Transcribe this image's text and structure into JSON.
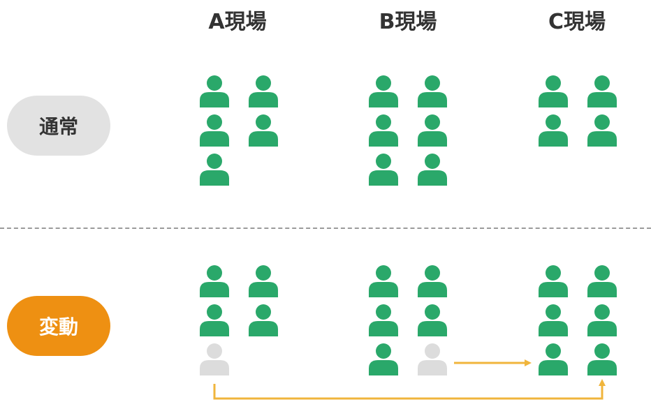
{
  "columns": [
    {
      "label": "A現場"
    },
    {
      "label": "B現場"
    },
    {
      "label": "C現場"
    }
  ],
  "rows": {
    "normal_label": "通常",
    "change_label": "変動"
  },
  "colors": {
    "worker": "#2aa86a",
    "absent_worker": "#dcdcdc",
    "arrow": "#f0b53c",
    "normal_pill": "#e2e2e2",
    "change_pill": "#ee9012"
  },
  "staffing": {
    "normal": {
      "A": 5,
      "B": 6,
      "C": 4
    },
    "change": {
      "A": 4,
      "B": 5,
      "C": 6
    },
    "moves": [
      {
        "from": "B",
        "to": "C"
      },
      {
        "from": "A",
        "to": "C"
      }
    ]
  }
}
